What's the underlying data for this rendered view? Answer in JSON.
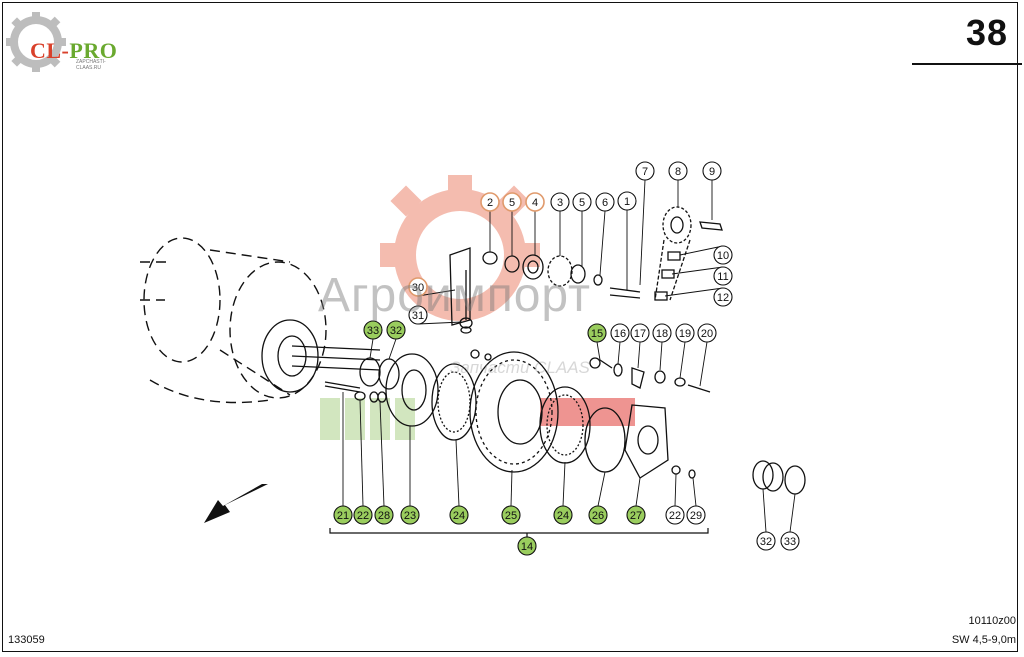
{
  "page": {
    "page_number": "38",
    "drawing_code": "133059",
    "doc_ref": "10110z00",
    "doc_model": "SW 4,5-9,0m"
  },
  "logo": {
    "brand_left": "CL-",
    "brand_right": "PRO",
    "subtext": "ZAPCHASTI-CLAAS.RU"
  },
  "watermark": {
    "main": "Агроимпорт",
    "sub": "Запчасти CLAAS",
    "colors": {
      "gear": "#f0a08e",
      "green": "#c8e0b0",
      "red": "#e0403a"
    }
  },
  "colors": {
    "green_badge": "#9acd5e",
    "orange_badge": "#e09a6c",
    "line": "#111111"
  },
  "callouts": [
    {
      "label": "1",
      "style": "white"
    },
    {
      "label": "2",
      "style": "orange"
    },
    {
      "label": "3",
      "style": "white"
    },
    {
      "label": "4",
      "style": "orange"
    },
    {
      "label": "5",
      "style": "orange"
    },
    {
      "label": "5",
      "style": "white"
    },
    {
      "label": "6",
      "style": "white"
    },
    {
      "label": "7",
      "style": "white"
    },
    {
      "label": "8",
      "style": "white"
    },
    {
      "label": "9",
      "style": "white"
    },
    {
      "label": "10",
      "style": "white"
    },
    {
      "label": "11",
      "style": "white"
    },
    {
      "label": "12",
      "style": "white"
    },
    {
      "label": "30",
      "style": "orange"
    },
    {
      "label": "31",
      "style": "white"
    },
    {
      "label": "33",
      "style": "green"
    },
    {
      "label": "32",
      "style": "green"
    },
    {
      "label": "15",
      "style": "green"
    },
    {
      "label": "16",
      "style": "white"
    },
    {
      "label": "17",
      "style": "white"
    },
    {
      "label": "18",
      "style": "white"
    },
    {
      "label": "19",
      "style": "white"
    },
    {
      "label": "20",
      "style": "white"
    },
    {
      "label": "21",
      "style": "green"
    },
    {
      "label": "22",
      "style": "green"
    },
    {
      "label": "28",
      "style": "green"
    },
    {
      "label": "23",
      "style": "green"
    },
    {
      "label": "24",
      "style": "green"
    },
    {
      "label": "25",
      "style": "green"
    },
    {
      "label": "24",
      "style": "green"
    },
    {
      "label": "26",
      "style": "green"
    },
    {
      "label": "27",
      "style": "green"
    },
    {
      "label": "22",
      "style": "white"
    },
    {
      "label": "29",
      "style": "white"
    },
    {
      "label": "14",
      "style": "green"
    },
    {
      "label": "32",
      "style": "white"
    },
    {
      "label": "33",
      "style": "white"
    }
  ]
}
